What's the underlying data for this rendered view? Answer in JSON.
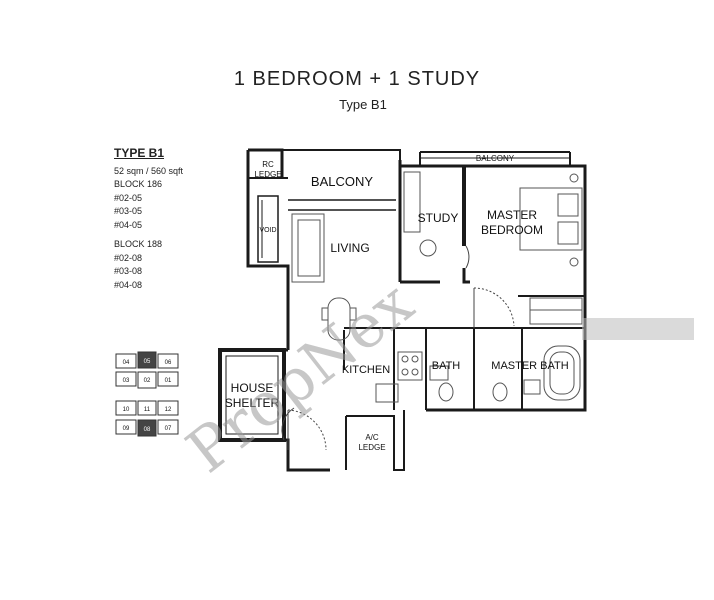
{
  "title": "1 BEDROOM + 1 STUDY",
  "subtitle": "Type B1",
  "info": {
    "type": "TYPE B1",
    "area": "52 sqm / 560 sqft",
    "blocks": [
      {
        "name": "BLOCK 186",
        "units": [
          "#02-05",
          "#03-05",
          "#04-05"
        ]
      },
      {
        "name": "BLOCK 188",
        "units": [
          "#02-08",
          "#03-08",
          "#04-08"
        ]
      }
    ]
  },
  "rooms": {
    "rc_ledge_1": "RC",
    "rc_ledge_2": "LEDGE",
    "void": "VOID",
    "balcony": "BALCONY",
    "balcony_top": "BALCONY",
    "living": "LIVING",
    "study": "STUDY",
    "master_bedroom_1": "MASTER",
    "master_bedroom_2": "BEDROOM",
    "kitchen": "KITCHEN",
    "bath": "BATH",
    "master_bath": "MASTER BATH",
    "house_shelter_1": "HOUSE",
    "house_shelter_2": "SHELTER",
    "ac_ledge_1": "A/C",
    "ac_ledge_2": "LEDGE"
  },
  "key_plan": {
    "upper": [
      "04",
      "05",
      "06",
      "03",
      "02",
      "01"
    ],
    "lower": [
      "10",
      "11",
      "12",
      "09",
      "08",
      "07"
    ],
    "highlight_color": "#444444"
  },
  "watermark": "PropNex",
  "colors": {
    "wall": "#1a1a1a",
    "background": "#ffffff"
  }
}
